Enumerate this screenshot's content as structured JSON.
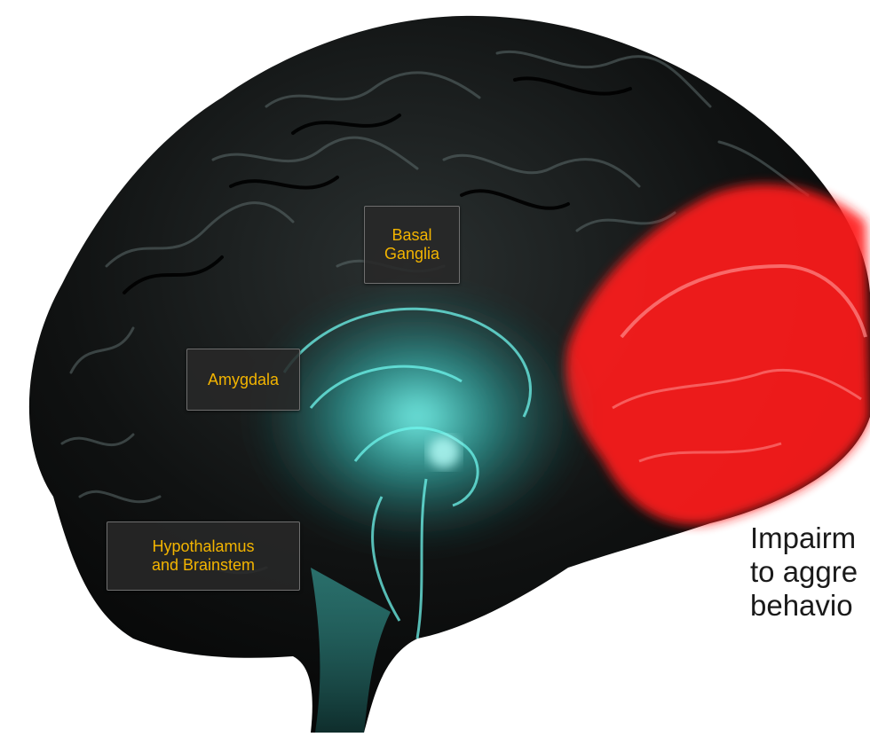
{
  "labels": {
    "basal_ganglia": [
      "Basal",
      "Ganglia"
    ],
    "amygdala": "Amygdala",
    "hypothalamus": [
      "Hypothalamus",
      "and Brainstem"
    ]
  },
  "caption_lines": [
    "Impairm",
    "to aggre",
    "behavio"
  ],
  "colors": {
    "brain": "#0c0c0c",
    "highlight_frontal": "#ff1a1a",
    "highlight_limbic": "#40e0d8",
    "label_text": "#f3b400",
    "label_bg": "#282828",
    "caption_text": "#1a1a1a"
  }
}
